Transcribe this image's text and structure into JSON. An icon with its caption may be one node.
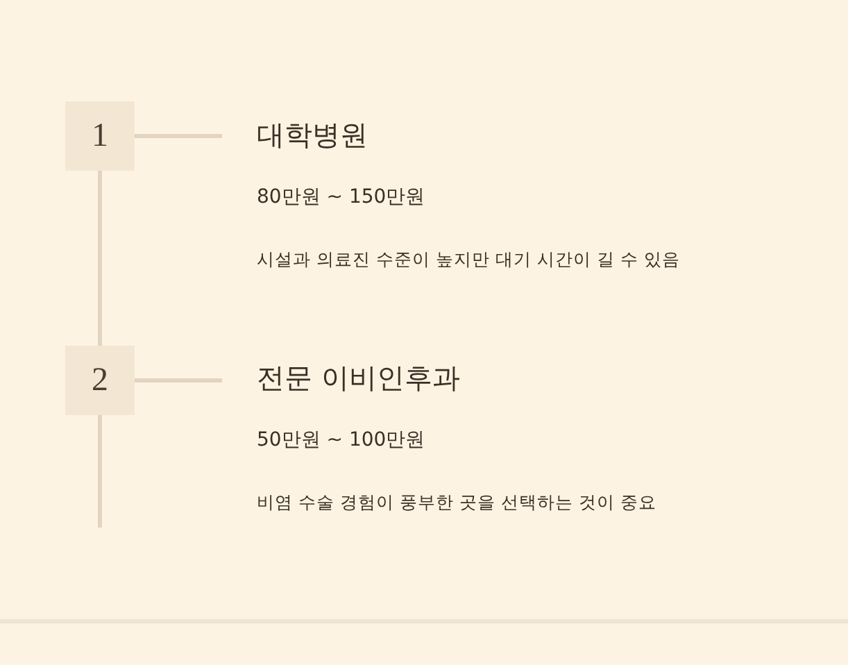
{
  "diagram": {
    "nodes": [
      {
        "text": [
          "1"
        ]
      },
      {
        "text": [
          "대학병원",
          "80만원 ~ 150만원",
          "시설과 의료진 수준이 높지만 대기 시간이 길 수 있음"
        ]
      },
      {
        "text": [
          "2"
        ]
      },
      {
        "text": [
          "전문 이비인후과",
          "50만원 ~ 100만원",
          "비염 수술 경험이 풍부한 곳을 선택하는 것이 중요"
        ]
      }
    ],
    "edges": [
      {
        "from": 0,
        "to": 1,
        "arrow": "none"
      },
      {
        "from": 0,
        "to": 2,
        "arrow": "none"
      },
      {
        "from": 2,
        "to": 3,
        "arrow": "none"
      }
    ]
  }
}
